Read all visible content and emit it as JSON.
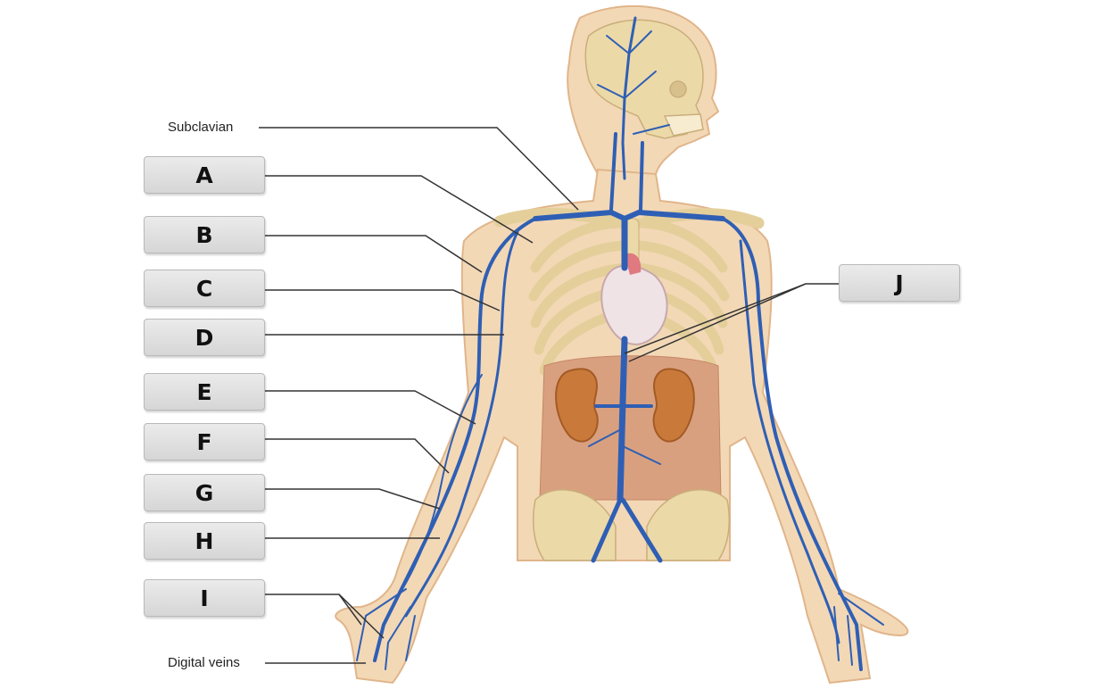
{
  "labels": {
    "subclavian": "Subclavian",
    "digital_veins": "Digital veins"
  },
  "boxes": {
    "A": "A",
    "B": "B",
    "C": "C",
    "D": "D",
    "E": "E",
    "F": "F",
    "G": "G",
    "H": "H",
    "I": "I",
    "J": "J"
  },
  "colors": {
    "vein": "#2f5fb4",
    "skin": "#f3d8b6",
    "bone": "#ecd9a8",
    "box_fill": "#dcdcdc",
    "leader": "#333333"
  }
}
